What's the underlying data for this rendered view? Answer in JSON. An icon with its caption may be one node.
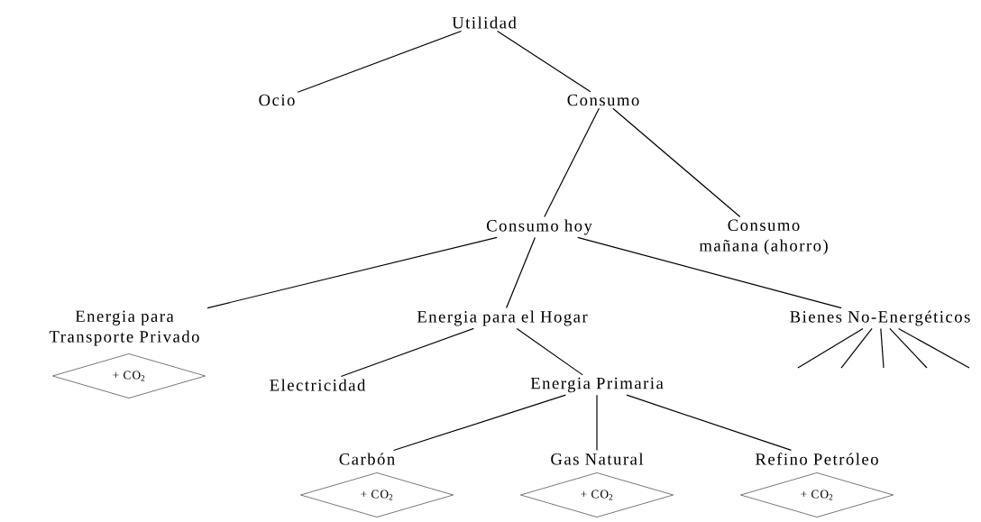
{
  "diagram": {
    "nodes": [
      {
        "text": [
          "Utilidad"
        ]
      },
      {
        "text": [
          "Ocio"
        ]
      },
      {
        "text": [
          "Consumo"
        ]
      },
      {
        "text": [
          "Consumo hoy"
        ]
      },
      {
        "text": [
          "Consumo mañana (ahorro)"
        ]
      },
      {
        "text": [
          "Energia para Transporte Privado"
        ]
      },
      {
        "text": [
          "Energia para el Hogar"
        ]
      },
      {
        "text": [
          "Bienes No-Energéticos"
        ]
      },
      {
        "text": [
          "+ CO$_{2}$"
        ]
      },
      {
        "text": [
          "Electricidad"
        ]
      },
      {
        "text": [
          "Energia Primaria"
        ]
      },
      {
        "text": [
          "Carbón"
        ]
      },
      {
        "text": [
          "Gas Natural"
        ]
      },
      {
        "text": [
          "Refino Petróleo"
        ]
      },
      {
        "text": [
          "+ CO$_{2}$"
        ]
      },
      {
        "text": [
          "+ CO$_{2}$"
        ]
      },
      {
        "text": [
          "+ CO$_{2}$"
        ]
      }
    ],
    "edges": [
      {
        "from": 0,
        "to": 1,
        "arrow": "none"
      },
      {
        "from": 0,
        "to": 2,
        "arrow": "none"
      },
      {
        "from": 2,
        "to": 3,
        "arrow": "none"
      },
      {
        "from": 2,
        "to": 4,
        "arrow": "none"
      },
      {
        "from": 3,
        "to": 5,
        "arrow": "none"
      },
      {
        "from": 3,
        "to": 6,
        "arrow": "none"
      },
      {
        "from": 3,
        "to": 7,
        "arrow": "none"
      },
      {
        "from": 6,
        "to": 9,
        "arrow": "none"
      },
      {
        "from": 6,
        "to": 10,
        "arrow": "none"
      },
      {
        "from": 10,
        "to": 11,
        "arrow": "none"
      },
      {
        "from": 10,
        "to": 12,
        "arrow": "none"
      },
      {
        "from": 10,
        "to": 13,
        "arrow": "none"
      },
      {
        "from": 7,
        "to": null,
        "arrow": "none"
      },
      {
        "from": 7,
        "to": null,
        "arrow": "none"
      },
      {
        "from": 7,
        "to": null,
        "arrow": "none"
      },
      {
        "from": 7,
        "to": null,
        "arrow": "none"
      },
      {
        "from": 7,
        "to": null,
        "arrow": "none"
      }
    ]
  }
}
